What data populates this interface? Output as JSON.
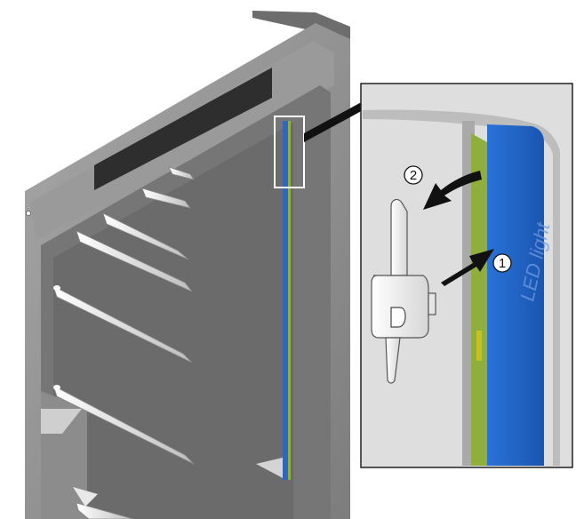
{
  "callouts": {
    "step_one": "1",
    "step_two": "2"
  },
  "strip_label": "LED light",
  "colors": {
    "cabinet_wall": "#8f8f8f",
    "cabinet_dark": "#5e5e5e",
    "detail_bg": "#dcdcdc",
    "led_blue": "#1f63c9",
    "led_green": "#8fae3c",
    "arrow": "#111111"
  }
}
